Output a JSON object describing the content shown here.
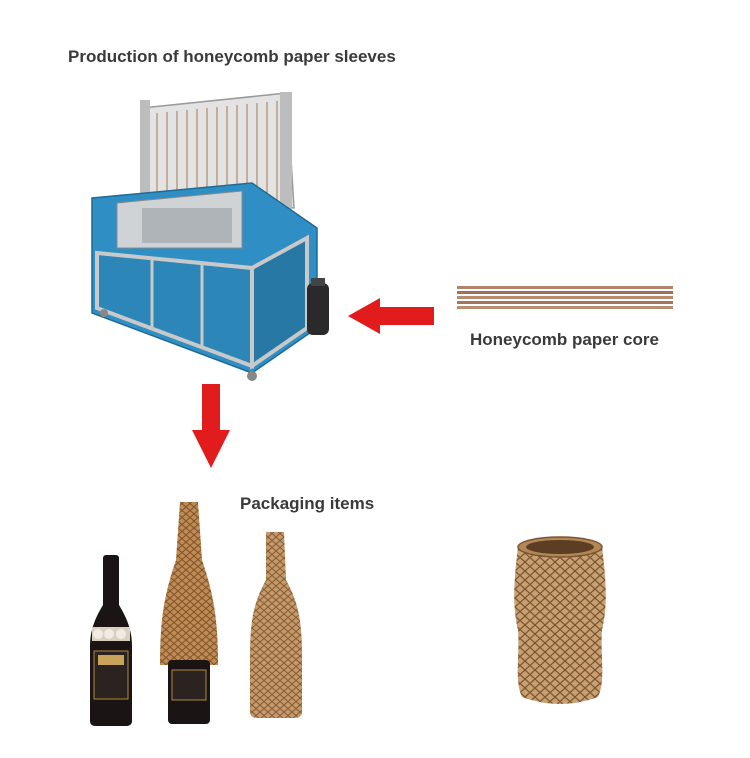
{
  "labels": {
    "title": "Production of honeycomb paper sleeves",
    "core": "Honeycomb paper core",
    "packaging": "Packaging items"
  },
  "colors": {
    "arrow": "#e21c1c",
    "machine_body": "#2f8fc4",
    "frame": "#c9c9c9",
    "kraft": "#b98a55",
    "bottle": "#1a1414"
  },
  "images": {
    "machine": "honeycomb-sleeve-machine",
    "core": "honeycomb-paper-core-strips",
    "bottle_plain": "wine-bottle",
    "bottle_sleeved": "wine-bottle-in-honeycomb-sleeve",
    "bottle_wrapped": "bottle-wrapped-honeycomb-sleeve",
    "vase_sleeve": "honeycomb-paper-vase-sleeve"
  }
}
